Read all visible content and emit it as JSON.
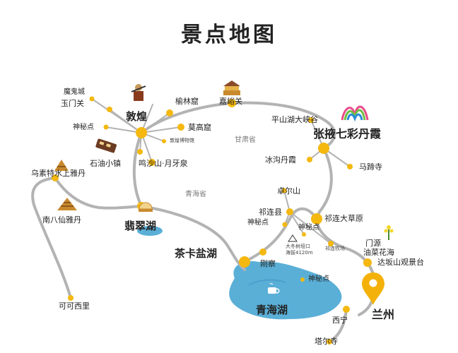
{
  "title": "景点地图",
  "labels": {
    "mogui": "魔鬼城",
    "yumen": "玉门关",
    "shenmi1": "神秘点",
    "dunhuang": "敦煌",
    "yulin": "榆林窟",
    "jiayu": "嘉峪关",
    "mogao": "莫高窟",
    "museum": "敦煌博物馆",
    "gansu": "甘肃省",
    "pingshan": "平山湖大峡谷",
    "zhangye": "张掖七彩丹霞",
    "shiyou": "石油小镇",
    "mingsha": "鸣沙山·月牙泉",
    "binggou": "冰沟丹霞",
    "mati": "马蹄寺",
    "wusu": "乌素特水上雅丹",
    "qinghai_prov": "青海省",
    "zhuoer": "卓尔山",
    "qilian_county": "祁连县",
    "shenmi2": "神秘点",
    "qilian_grass": "祁连大草原",
    "nanbaxian": "南八仙雅丹",
    "feicui": "翡翠湖",
    "shenmi3": "神秘点",
    "dadongshu": "大冬树垭口",
    "altitude": "海拔4120m",
    "qilian_ranch": "祁连牧场",
    "menyuan": "门源",
    "youcai": "油菜花海",
    "daban": "达坂山观景台",
    "chaka": "茶卡盐湖",
    "gangcha": "刚察",
    "shenmi4": "神秘点",
    "qinghaihu": "青海湖",
    "lanzhou": "兰州",
    "xining": "西宁",
    "taer": "塔尔寺",
    "kekexili": "可可西里"
  },
  "colors": {
    "route": "#b3b3b3",
    "dot": "#f4b80f",
    "lake": "#5aafd7",
    "lake_dark": "#3f8fc0",
    "pin": "#f4b10a"
  },
  "icons": [
    "warrior-figure-icon",
    "gate-tower-icon",
    "rainbow-mountain-icon",
    "train-icon",
    "pagoda-icon",
    "yurt-icon",
    "mountain-icon",
    "canola-flower-icon",
    "coffee-cup-icon",
    "map-pin-icon"
  ]
}
